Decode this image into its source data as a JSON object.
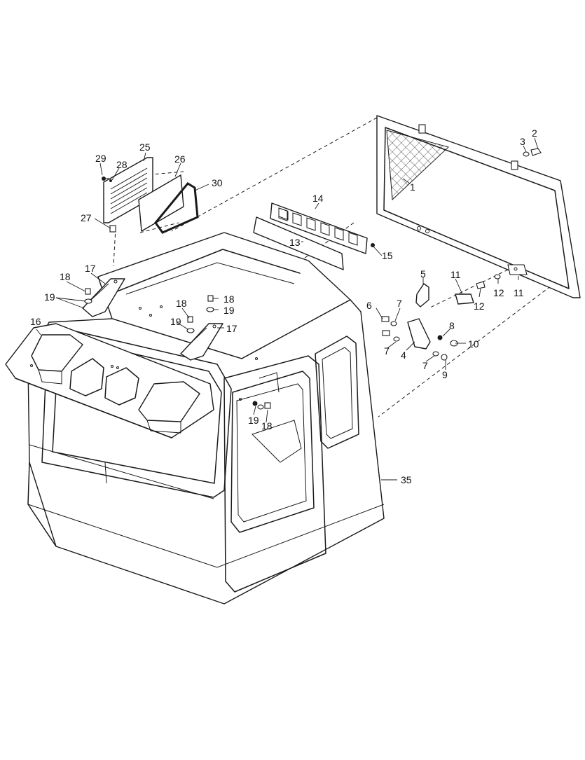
{
  "diagram": {
    "callouts": [
      {
        "id": "c1",
        "text": "1"
      },
      {
        "id": "c2",
        "text": "2"
      },
      {
        "id": "c3",
        "text": "3"
      },
      {
        "id": "c4",
        "text": "4"
      },
      {
        "id": "c5",
        "text": "5"
      },
      {
        "id": "c6",
        "text": "6"
      },
      {
        "id": "c7a",
        "text": "7"
      },
      {
        "id": "c7b",
        "text": "7"
      },
      {
        "id": "c7c",
        "text": "7"
      },
      {
        "id": "c8",
        "text": "8"
      },
      {
        "id": "c9",
        "text": "9"
      },
      {
        "id": "c10",
        "text": "10"
      },
      {
        "id": "c11a",
        "text": "11"
      },
      {
        "id": "c11b",
        "text": "11"
      },
      {
        "id": "c12a",
        "text": "12"
      },
      {
        "id": "c12b",
        "text": "12"
      },
      {
        "id": "c13",
        "text": "13"
      },
      {
        "id": "c14",
        "text": "14"
      },
      {
        "id": "c15",
        "text": "15"
      },
      {
        "id": "c16",
        "text": "16"
      },
      {
        "id": "c17a",
        "text": "17"
      },
      {
        "id": "c17b",
        "text": "17"
      },
      {
        "id": "c18a",
        "text": "18"
      },
      {
        "id": "c18b",
        "text": "18"
      },
      {
        "id": "c18c",
        "text": "18"
      },
      {
        "id": "c18d",
        "text": "18"
      },
      {
        "id": "c19a",
        "text": "19"
      },
      {
        "id": "c19b",
        "text": "19"
      },
      {
        "id": "c19c",
        "text": "19"
      },
      {
        "id": "c19d",
        "text": "19"
      },
      {
        "id": "c25",
        "text": "25"
      },
      {
        "id": "c26",
        "text": "26"
      },
      {
        "id": "c27",
        "text": "27"
      },
      {
        "id": "c28",
        "text": "28"
      },
      {
        "id": "c29",
        "text": "29"
      },
      {
        "id": "c30",
        "text": "30"
      },
      {
        "id": "c35",
        "text": "35"
      }
    ]
  }
}
